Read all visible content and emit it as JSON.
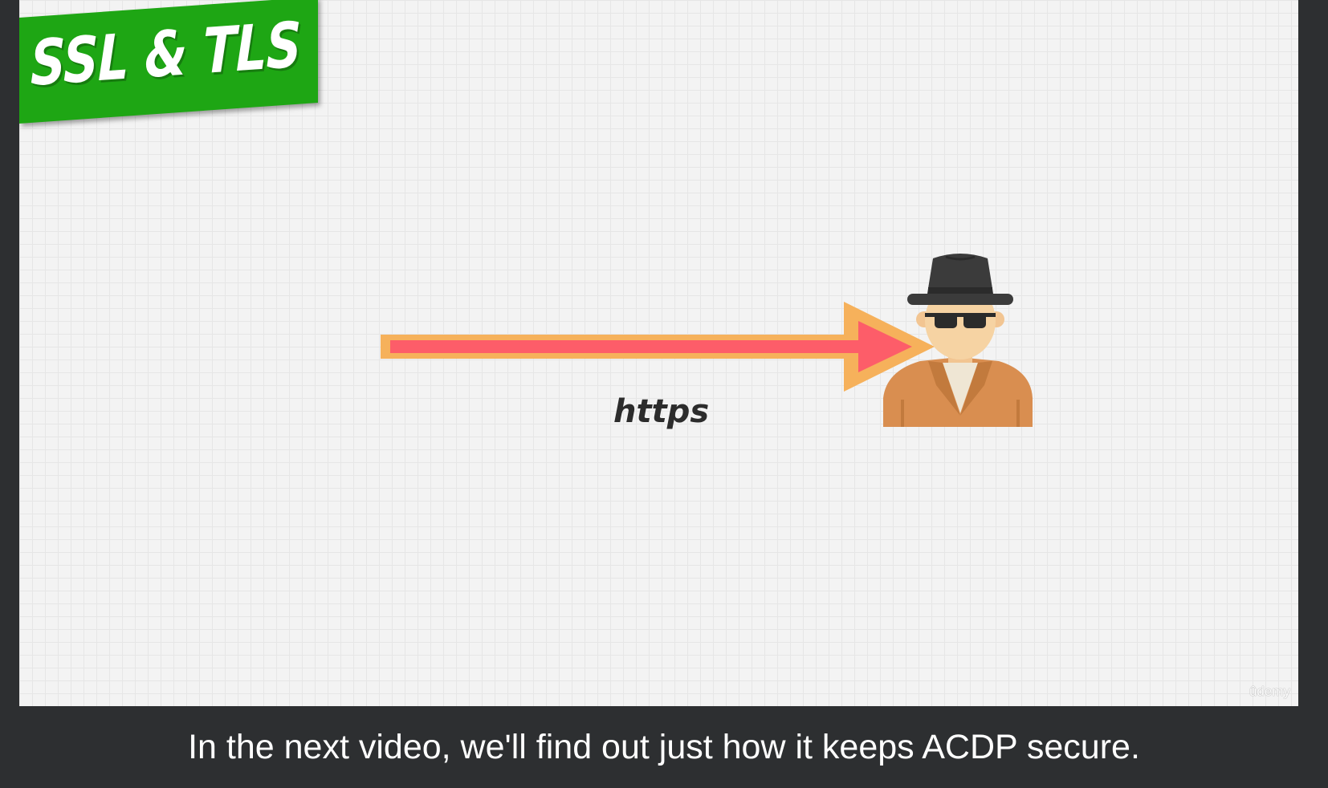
{
  "video": {
    "banner_text": "SSL & TLS",
    "arrow_label": "https",
    "watermark": "ûdemy",
    "colors": {
      "banner_green": "#1ea614",
      "arrow_fill": "#fd5d69",
      "arrow_outline": "#f6b15b",
      "hat": "#3b3b3b",
      "coat": "#d98e50",
      "skin": "#f6d3a3"
    },
    "icons": [
      "arrow-right-icon",
      "spy-hacker-icon"
    ]
  },
  "caption": {
    "text": "In the next video, we'll find out just how it keeps ACDP secure."
  }
}
